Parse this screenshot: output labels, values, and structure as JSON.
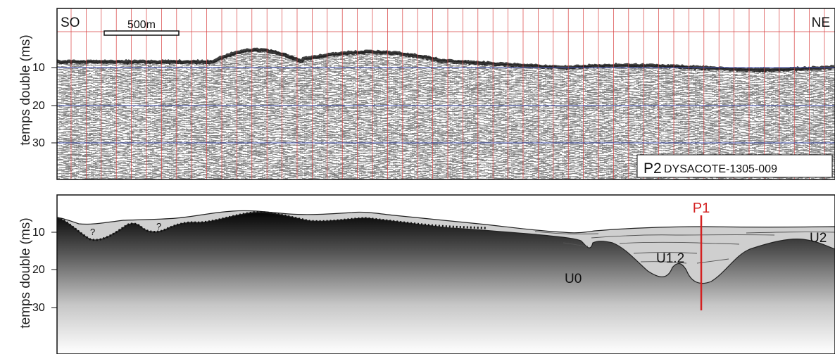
{
  "top_panel": {
    "ylabel": "temps double (ms)",
    "ticks": [
      "10",
      "20",
      "30"
    ],
    "left_label": "SO",
    "right_label": "NE",
    "scale_label": "500m",
    "profile_id": "P2",
    "profile_name": "DYSACOTE-1305-009"
  },
  "bottom_panel": {
    "ylabel": "temps double (ms)",
    "ticks": [
      "10",
      "20",
      "30"
    ],
    "profile_marker": "P1",
    "units": [
      "U0",
      "U1.2",
      "U2"
    ],
    "uncertain_marks": [
      "?",
      "?"
    ]
  },
  "colors": {
    "grid_red": "#d84040",
    "grid_blue": "#4050b0",
    "p1_red": "#d42020",
    "fill_sediment": "#cfcfcf"
  }
}
